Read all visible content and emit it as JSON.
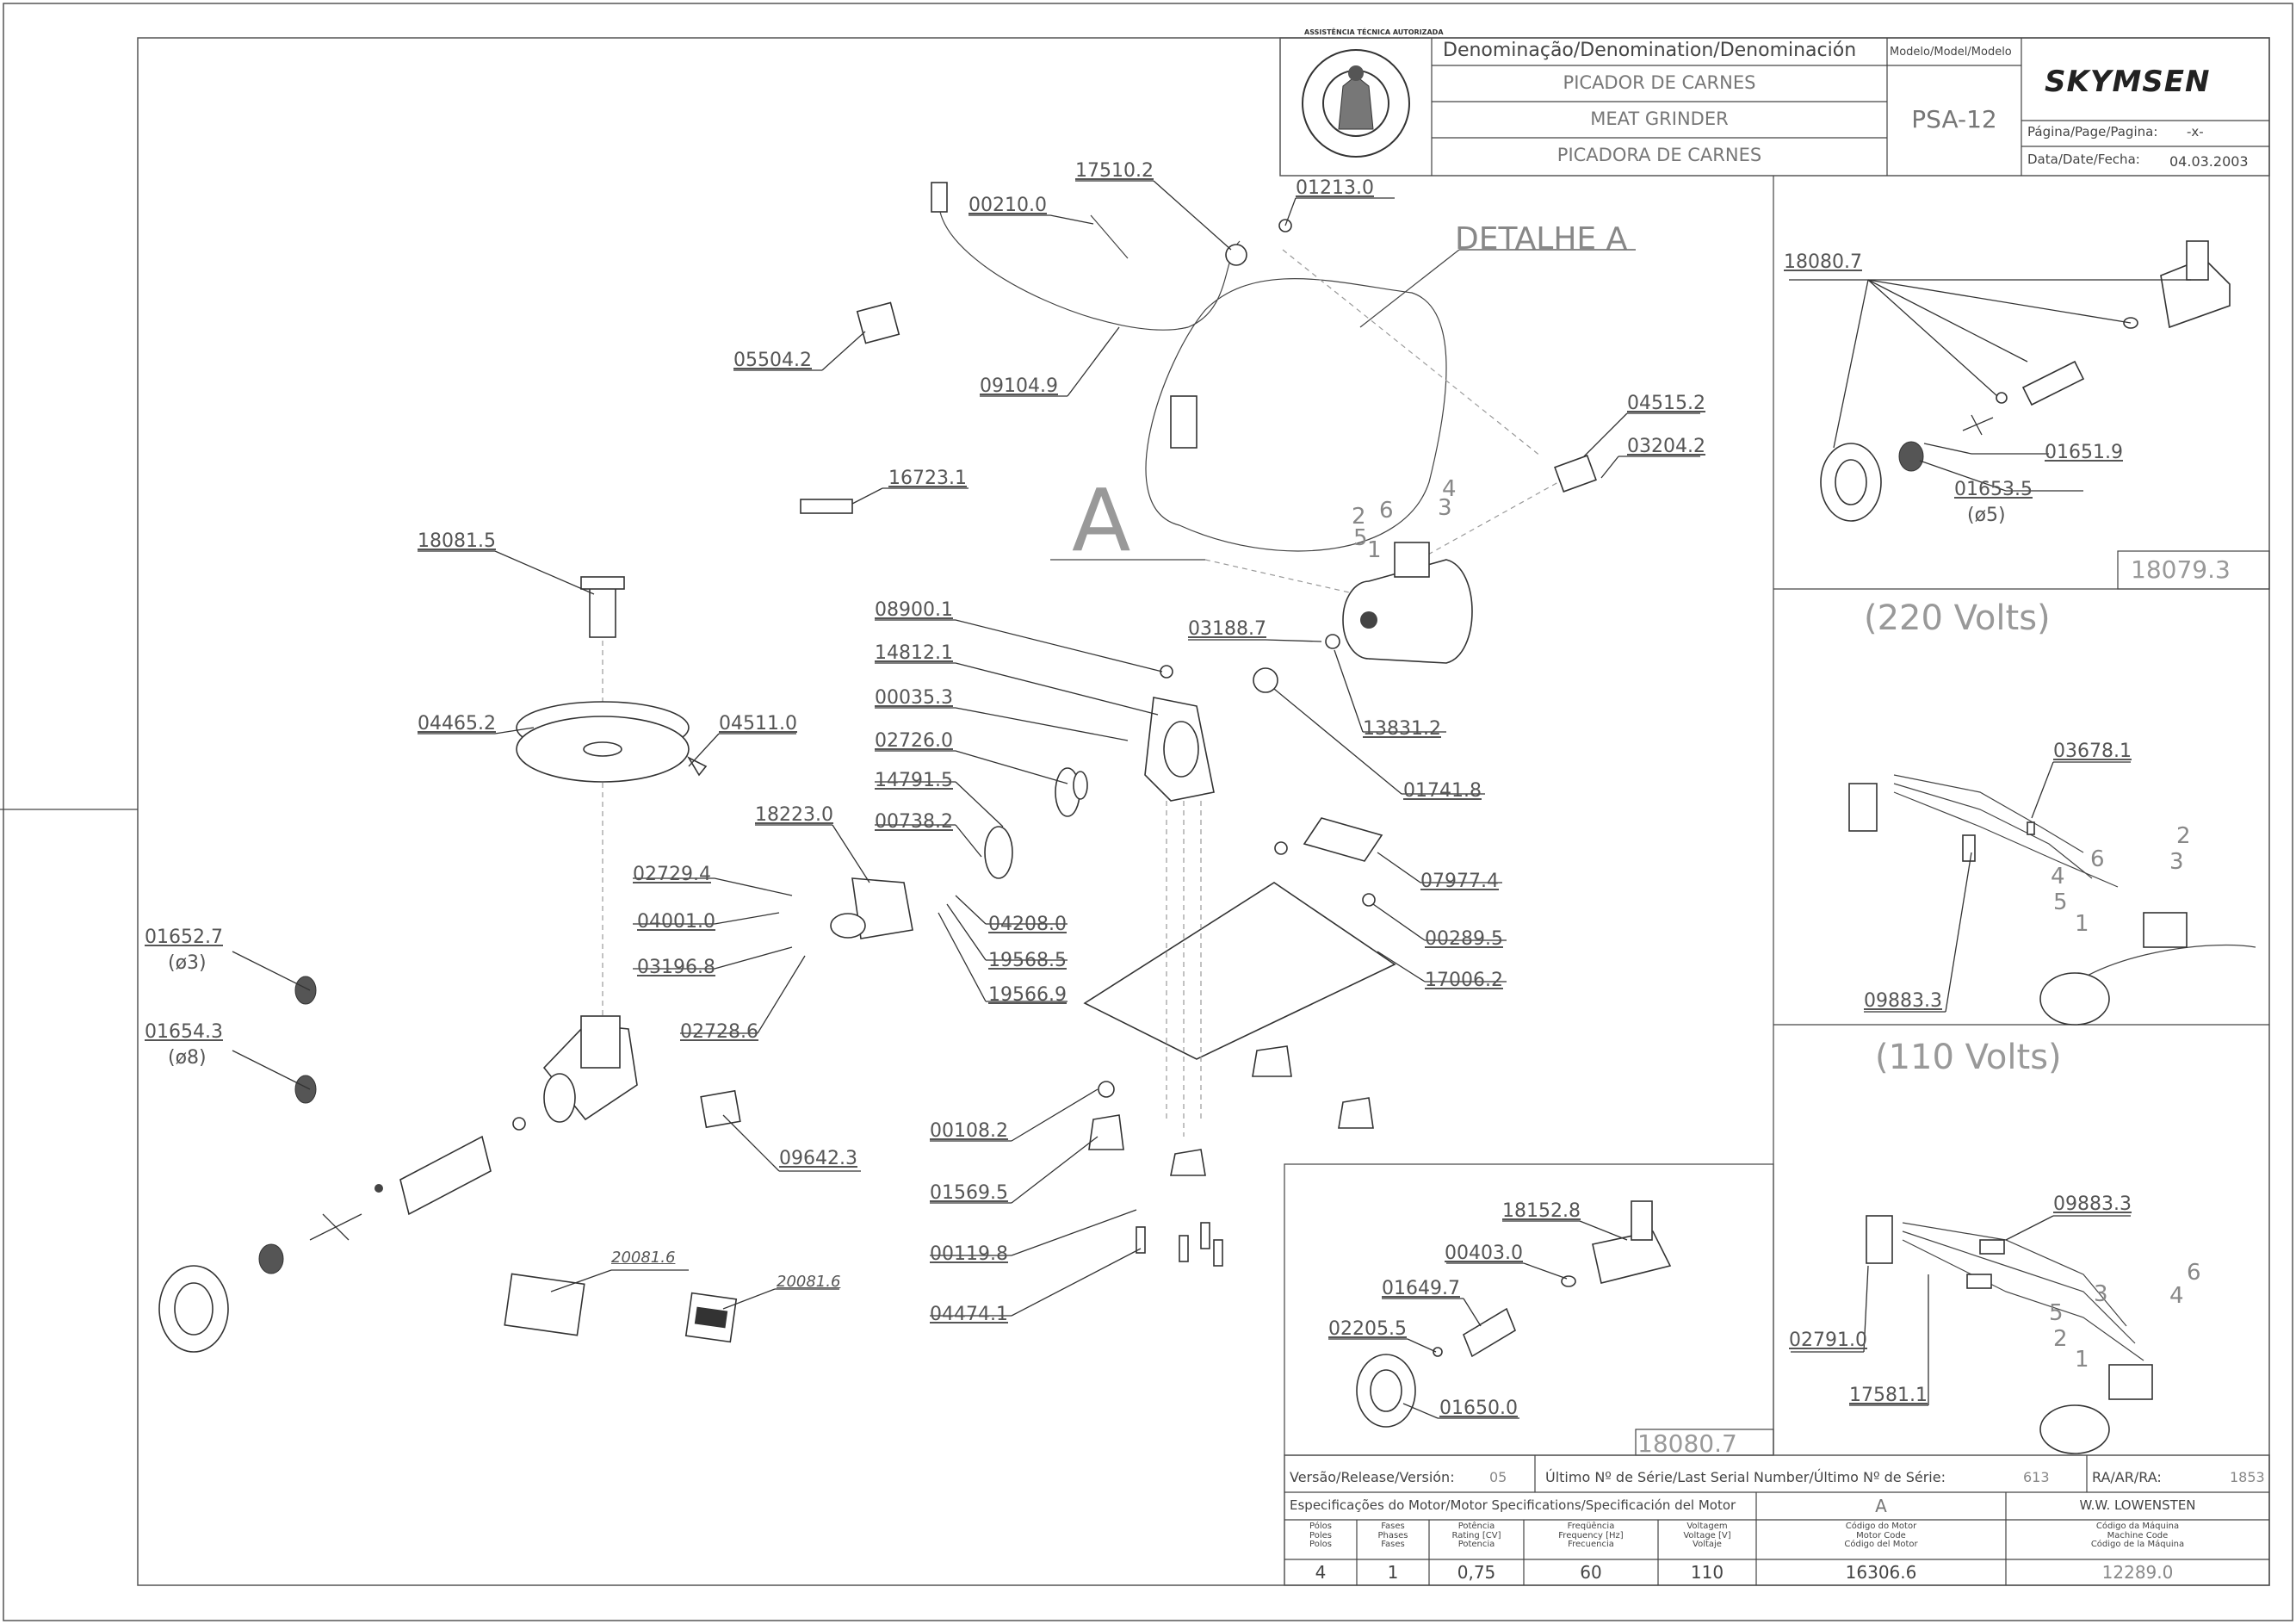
{
  "title_block": {
    "denomination_header": "Denominação/Denomination/Denominación",
    "names": [
      "PICADOR DE CARNES",
      "MEAT   GRINDER",
      "PICADORA DE CARNES"
    ],
    "model_header": "Modelo/Model/Modelo",
    "model": "PSA-12",
    "brand": "SKYMSEN",
    "page_label": "Página/Page/Pagina:",
    "page_value": "-x-",
    "date_label": "Data/Date/Fecha:",
    "date_value": "04.03.2003",
    "seal_text": "ASSISTÊNCIA TÉCNICA AUTORIZADA"
  },
  "main_labels": {
    "detail_title": "DETALHE  A",
    "detail_letter": "A",
    "parts": [
      "17510.2",
      "01213.0",
      "00210.0",
      "05504.2",
      "09104.9",
      "04515.2",
      "03204.2",
      "16723.1",
      "18081.5",
      "04465.2",
      "04511.0",
      "08900.1",
      "14812.1",
      "00035.3",
      "02726.0",
      "14791.5",
      "00738.2",
      "18223.0",
      "02729.4",
      "04001.0",
      "03196.8",
      "02728.6",
      "01652.7",
      "(ø3)",
      "01654.3",
      "(ø8)",
      "09642.3",
      "04208.0",
      "19568.5",
      "19566.9",
      "03188.7",
      "13831.2",
      "01741.8",
      "07977.4",
      "00289.5",
      "17006.2",
      "00108.2",
      "01569.5",
      "00119.8",
      "04474.1",
      "20081.6",
      "20081.6"
    ],
    "wire_numbers": [
      "4",
      "3",
      "2",
      "6",
      "5",
      "1"
    ]
  },
  "right_top": {
    "parts": [
      "18080.7",
      "01651.9",
      "01653.5",
      "(ø5)"
    ],
    "code": "18079.3"
  },
  "volts_220": {
    "title": "(220  Volts)",
    "parts": [
      "03678.1",
      "09883.3"
    ],
    "wires": [
      "2",
      "6",
      "3",
      "4",
      "5",
      "1"
    ]
  },
  "volts_110": {
    "title": "(110  Volts)",
    "parts": [
      "09883.3",
      "02791.0",
      "17581.1"
    ],
    "wires": [
      "6",
      "3",
      "4",
      "5",
      "2",
      "1"
    ]
  },
  "inset": {
    "parts": [
      "18152.8",
      "00403.0",
      "01649.7",
      "02205.5",
      "01650.0"
    ],
    "code": "18080.7"
  },
  "bottom_block": {
    "release_label": "Versão/Release/Versión:",
    "release_value": "05",
    "serial_label": "Último Nº de Série/Last Serial Number/Último Nº de Série:",
    "serial_value": "613",
    "ra_label": "RA/AR/RA:",
    "ra_value": "1853",
    "motor_spec_label": "Especificações do Motor/Motor Specifications/Specificación del Motor",
    "motor_letter": "A",
    "engineer": "W.W. LOWENSTEN",
    "headers": [
      [
        "Pólos",
        "Poles",
        "Polos"
      ],
      [
        "Fases",
        "Phases",
        "Fases"
      ],
      [
        "Potência",
        "Rating [CV]",
        "Potencia"
      ],
      [
        "Freqüência",
        "Frequency [Hz]",
        "Frecuencia"
      ],
      [
        "Voltagem",
        "Voltage [V]",
        "Voltaje"
      ],
      [
        "Código do Motor",
        "Motor Code",
        "Código del Motor"
      ],
      [
        "Código da Máquina",
        "Machine Code",
        "Código de la Máquina"
      ]
    ],
    "values": [
      "4",
      "1",
      "0,75",
      "60",
      "110",
      "16306.6",
      "12289.0"
    ]
  }
}
